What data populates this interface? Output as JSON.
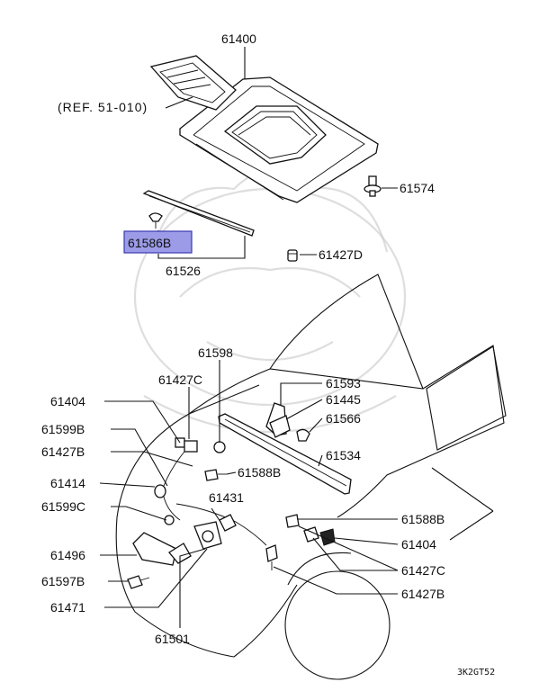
{
  "labels": {
    "p61400": "61400",
    "ref": "(REF. 51-010)",
    "p61574": "61574",
    "p61586B": "61586B",
    "p61526": "61526",
    "p61427D": "61427D",
    "p61598": "61598",
    "p61427C_top": "61427C",
    "p61593": "61593",
    "p61445": "61445",
    "p61566": "61566",
    "p61404_left": "61404",
    "p61599B": "61599B",
    "p61534": "61534",
    "p61427B_left": "61427B",
    "p61588B_mid": "61588B",
    "p61414": "61414",
    "p61431": "61431",
    "p61599C": "61599C",
    "p61588B_right": "61588B",
    "p61496": "61496",
    "p61404_right": "61404",
    "p61597B": "61597B",
    "p61427C_right": "61427C",
    "p61471": "61471",
    "p61427B_right": "61427B",
    "p61501": "61501"
  },
  "highlight_color": "#9b9be8",
  "diagram_code": "3K2GT52"
}
